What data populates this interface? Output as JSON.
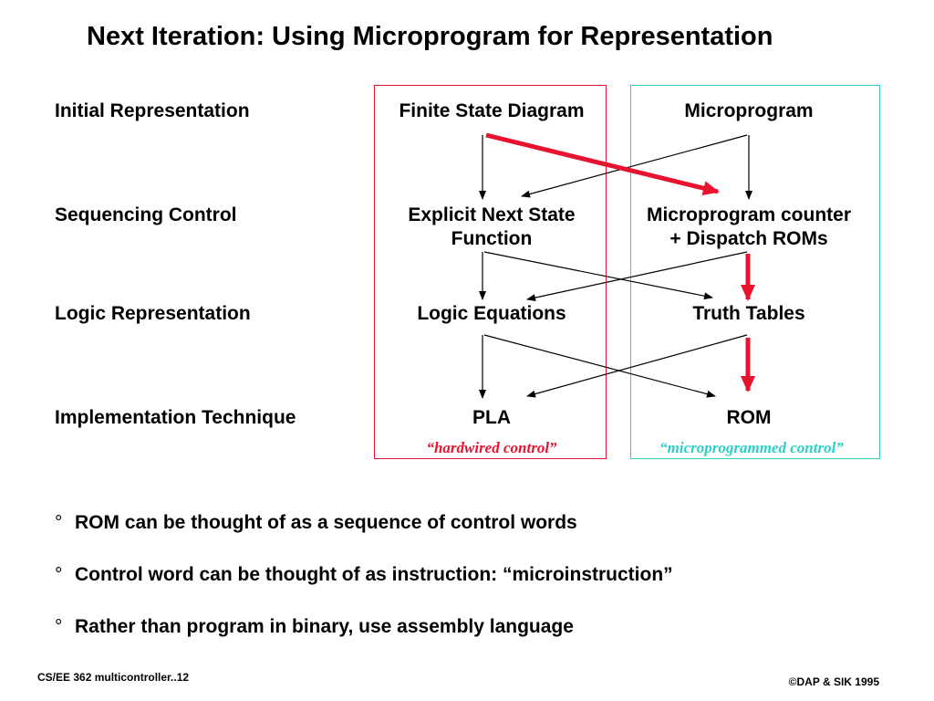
{
  "title": "Next Iteration: Using Microprogram for Representation",
  "row_labels": [
    "Initial Representation",
    "Sequencing Control",
    "Logic Representation",
    "Implementation Technique"
  ],
  "left_column": {
    "initial": "Finite State Diagram",
    "sequencing_line1": "Explicit Next State",
    "sequencing_line2": "Function",
    "logic": "Logic Equations",
    "implementation": "PLA",
    "note": "“hardwired control”"
  },
  "right_column": {
    "initial": "Microprogram",
    "sequencing_line1": "Microprogram counter",
    "sequencing_line2": "+ Dispatch ROMs",
    "logic": "Truth Tables",
    "implementation": "ROM",
    "note": "“microprogrammed control”"
  },
  "bullets": [
    {
      "mark": "°",
      "text": "ROM can be thought of as  a sequence of control words"
    },
    {
      "mark": "°",
      "text": "Control word can be thought of as instruction: “microinstruction”"
    },
    {
      "mark": "°",
      "text": "Rather than program in binary, use assembly language"
    }
  ],
  "footer": {
    "left": "CS/EE 362 multicontroller..12",
    "right": "©DAP & SIK 1995"
  },
  "colors": {
    "hardwired_box": "#e8142f",
    "microprogram_box": "#2ecfc4",
    "highlight_arrow": "#e8142f",
    "hardwired_note": "#e8142f",
    "microprogram_note": "#2ecfc4"
  }
}
